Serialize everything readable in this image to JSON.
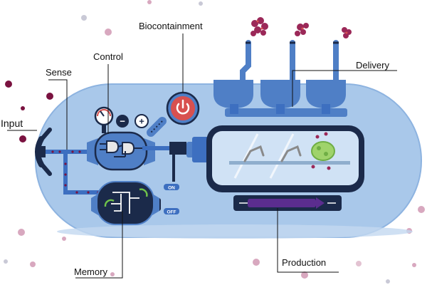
{
  "labels": {
    "input": "Input",
    "sense": "Sense",
    "control": "Control",
    "biocontainment": "Biocontainment",
    "delivery": "Delivery",
    "memory": "Memory",
    "production": "Production"
  },
  "switch": {
    "on": "ON",
    "off": "OFF"
  },
  "gauge": {
    "minus": "−",
    "plus": "+"
  },
  "colors": {
    "capsule": "#a9c8ea",
    "capsule_edge": "#7fa9dc",
    "dark_navy": "#1b2a4a",
    "module_blue": "#4f7fc6",
    "tube_blue": "#3d6fc0",
    "red_button": "#d8504f",
    "purple": "#5b2d8f",
    "dot_pink": "#d8a8bf",
    "dot_dark": "#7a1240"
  },
  "icons": [
    "power-icon",
    "gauge-icon",
    "logic-gate-icon",
    "switch-icon",
    "robot-arm-icon",
    "bacterium-icon"
  ]
}
